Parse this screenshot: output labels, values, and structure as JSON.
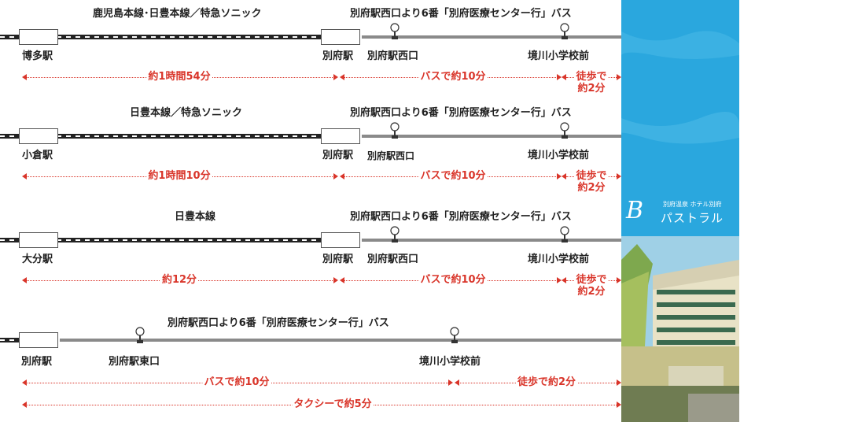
{
  "routes": [
    {
      "line_name": "鹿児島本線･日豊本線／特急ソニック",
      "bus_name": "別府駅西口より6番「別府医療センター行」バス",
      "origin": "博多駅",
      "transfer": "別府駅",
      "bus_stop": "別府駅西口",
      "destination_stop": "境川小学校前",
      "train_time": "約1時間54分",
      "bus_time": "バスで約10分",
      "walk_time_1": "徒歩で",
      "walk_time_2": "約2分"
    },
    {
      "line_name": "日豊本線／特急ソニック",
      "bus_name": "別府駅西口より6番「別府医療センター行」バス",
      "origin": "小倉駅",
      "transfer": "別府駅",
      "bus_stop": "別府駅西口",
      "destination_stop": "境川小学校前",
      "train_time": "約1時間10分",
      "bus_time": "バスで約10分",
      "walk_time_1": "徒歩で",
      "walk_time_2": "約2分"
    },
    {
      "line_name": "日豊本線",
      "bus_name": "別府駅西口より6番「別府医療センター行」バス",
      "origin": "大分駅",
      "transfer": "別府駅",
      "bus_stop": "別府駅西口",
      "destination_stop": "境川小学校前",
      "train_time": "約12分",
      "bus_time": "バスで約10分",
      "walk_time_1": "徒歩で",
      "walk_time_2": "約2分"
    }
  ],
  "local_route": {
    "bus_name": "別府駅西口より6番「別府医療センター行」バス",
    "origin": "別府駅",
    "bus_stop": "別府駅東口",
    "destination_stop": "境川小学校前",
    "bus_time": "バスで約10分",
    "walk_time": "徒歩で約2分",
    "taxi_time": "タクシーで約5分"
  },
  "hotel": {
    "logo_letter": "B",
    "logo_sub": "別府温泉 ホテル別府",
    "logo_name": "パストラル"
  },
  "colors": {
    "accent": "#d9352a",
    "rail": "#222222",
    "road": "#8a8a8a",
    "sky": "#27a5dc"
  },
  "icons": [
    "bus-stop-icon",
    "station-icon",
    "arrow-left-icon",
    "arrow-right-icon"
  ]
}
